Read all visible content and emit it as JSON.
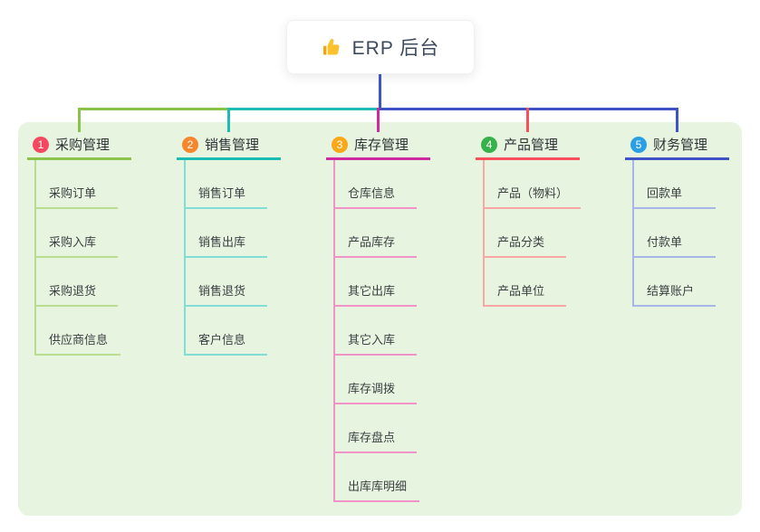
{
  "root": {
    "label": "ERP 后台",
    "icon": "thumbs-up-icon",
    "icon_color": "#f9b615"
  },
  "theme": {
    "canvas_bg": "#ffffff",
    "panel_bg": "#e7f5e0",
    "root_line_color": "#4053c6",
    "root_text_color": "#3d4a5c",
    "header_text_color": "#2f3337",
    "child_text_color": "#3b3f42"
  },
  "branches": [
    {
      "index": "1",
      "label": "采购管理",
      "badge_color": "#f4485f",
      "line_color": "#8bc34a",
      "child_line_color": "#b8dc90",
      "children": [
        "采购订单",
        "采购入库",
        "采购退货",
        "供应商信息"
      ]
    },
    {
      "index": "2",
      "label": "销售管理",
      "badge_color": "#f6862c",
      "line_color": "#1cbcb4",
      "child_line_color": "#82ddd6",
      "children": [
        "销售订单",
        "销售出库",
        "销售退货",
        "客户信息"
      ]
    },
    {
      "index": "3",
      "label": "库存管理",
      "badge_color": "#f8a818",
      "line_color": "#d02b9e",
      "child_line_color": "#f293c7",
      "children": [
        "仓库信息",
        "产品库存",
        "其它出库",
        "其它入库",
        "库存调拨",
        "库存盘点",
        "出库库明细"
      ]
    },
    {
      "index": "4",
      "label": "产品管理",
      "badge_color": "#36b24a",
      "line_color": "#f94f5c",
      "child_line_color": "#f9a6a6",
      "children": [
        "产品（物料）",
        "产品分类",
        "产品单位"
      ]
    },
    {
      "index": "5",
      "label": "财务管理",
      "badge_color": "#2b9fe3",
      "line_color": "#4053c6",
      "child_line_color": "#a8b5e8",
      "children": [
        "回款单",
        "付款单",
        "结算账户"
      ]
    }
  ]
}
